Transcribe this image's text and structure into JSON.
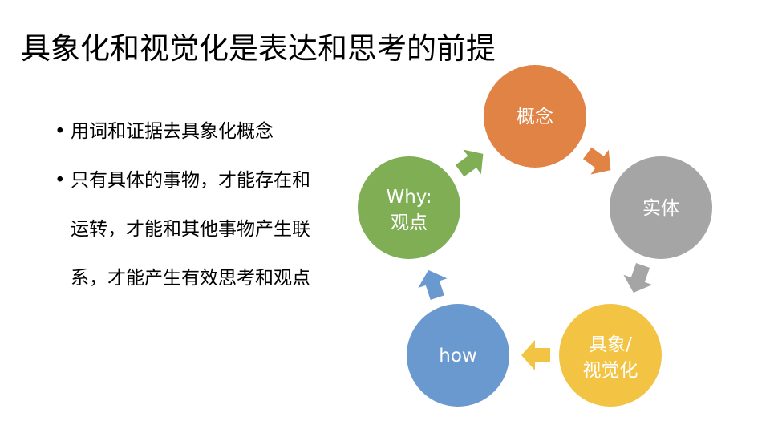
{
  "title": "具象化和视觉化是表达和思考的前提",
  "bullets": [
    "用词和证据去具象化概念",
    "只有具体的事物，才能存在和运转，才能和其他事物产生联系，才能产生有效思考和观点"
  ],
  "bullet_symbol": "•",
  "cycle": {
    "nodes": [
      {
        "line1": "概念",
        "line2": "",
        "color": "#E08344"
      },
      {
        "line1": "实体",
        "line2": "",
        "color": "#A5A5A5"
      },
      {
        "line1": "具象/",
        "line2": "视觉化",
        "color": "#F3C343"
      },
      {
        "line1": "how",
        "line2": "",
        "color": "#6A99CF"
      },
      {
        "line1": "Why:",
        "line2": "观点",
        "color": "#7FAE55"
      }
    ]
  }
}
